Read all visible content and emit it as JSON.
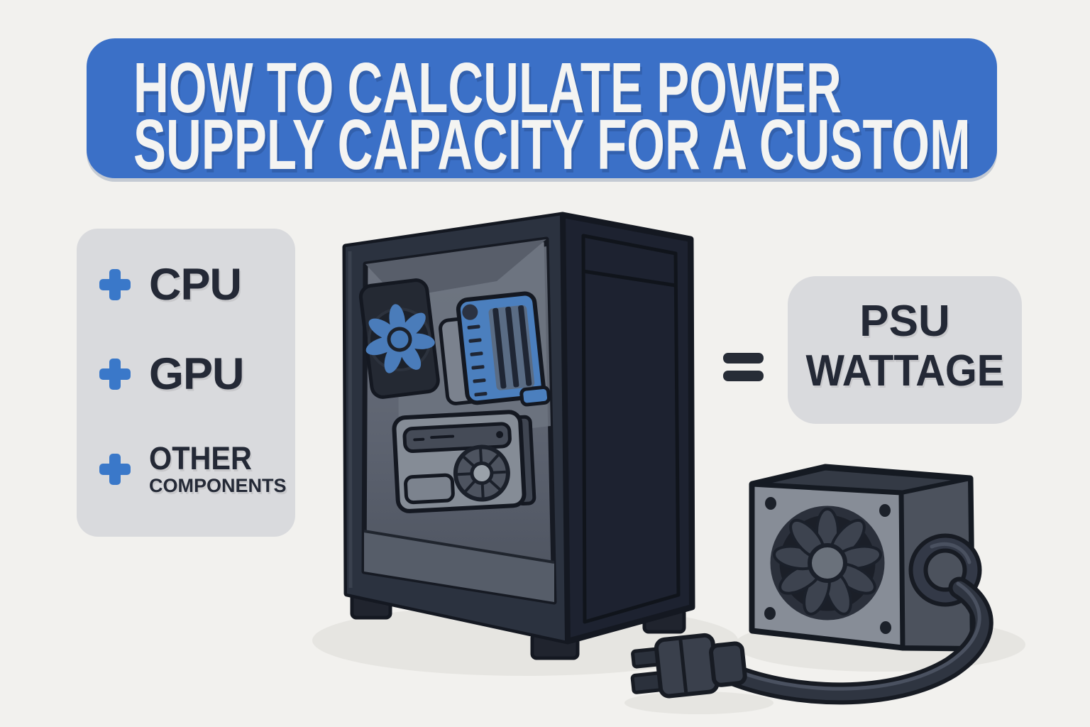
{
  "page": {
    "background_color": "#f2f1ee"
  },
  "banner": {
    "title_line1": "HOW TO CALCULATE POWER",
    "title_line2": "SUPPLY CAPACITY FOR A CUSTOM",
    "background_color": "#3b70c7",
    "text_color": "#f4f4f2"
  },
  "components_box": {
    "background_color": "#d9dadd",
    "text_color": "#242936",
    "plus_color": "#3a78c9",
    "items": [
      {
        "label": "CPU"
      },
      {
        "label": "GPU"
      },
      {
        "label": "OTHER",
        "sublabel": "COMPONENTS"
      }
    ]
  },
  "equation": {
    "equals_symbol": "=",
    "equals_color": "#272c36"
  },
  "result_box": {
    "line1": "PSU",
    "line2": "WATTAGE",
    "background_color": "#d9dadd",
    "text_color": "#242936"
  },
  "illustration": {
    "pc_case_icon": "pc-tower-case",
    "case_fan_icon": "blue-case-fan",
    "gpu_module_icon": "graphics-card-module",
    "psu_icon": "power-supply-unit",
    "psu_fan_icon": "psu-fan",
    "cable_icon": "power-cable",
    "plug_icon": "power-plug",
    "accent_blue": "#4b7fbe",
    "case_dark": "#262c38",
    "psu_gray": "#878d97"
  }
}
